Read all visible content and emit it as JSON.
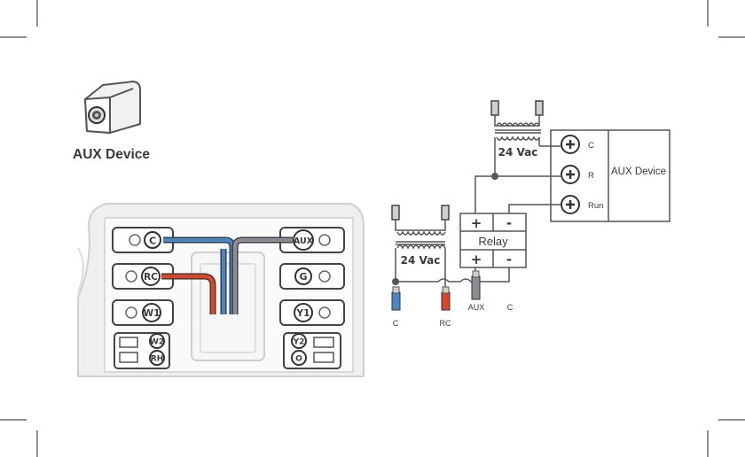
{
  "aux_icon": {
    "label": "AUX Device",
    "icon": "aux-device-icon"
  },
  "thermostat": {
    "left_terminals": [
      "C",
      "RC",
      "W1"
    ],
    "left_dual": [
      "W2",
      "RH"
    ],
    "right_terminals": [
      "AUX",
      "G",
      "Y1"
    ],
    "right_dual": [
      "Y2",
      "O"
    ]
  },
  "wiring": {
    "transformer_top_label": "24 Vac",
    "transformer_left_label": "24 Vac",
    "relay": {
      "label": "Relay",
      "plus": "+",
      "minus": "-"
    },
    "aux_device": {
      "label": "AUX Device",
      "terminals": [
        "C",
        "R",
        "Run"
      ]
    },
    "wire_labels": [
      "C",
      "RC",
      "AUX",
      "C"
    ]
  },
  "colors": {
    "blue_wire": "#4a86c6",
    "red_wire": "#d9472b",
    "gray_wire": "#8c8c95",
    "line": "#5a5a5a"
  }
}
